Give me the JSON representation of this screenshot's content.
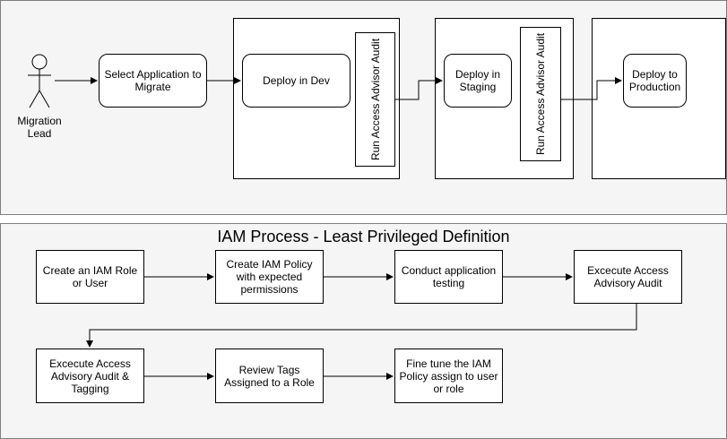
{
  "migration": {
    "actor_label": "Migration\nLead",
    "select_app": "Select Application to\nMigrate",
    "deploy_dev": "Deploy in Dev",
    "audit_dev": "Run Access Advisor Audit",
    "deploy_staging": "Deploy in\nStaging",
    "audit_staging": "Run Access Advisor Audit",
    "deploy_production": "Deploy to\nProduction"
  },
  "iam": {
    "title": "IAM Process - Least Privileged Definition",
    "steps": [
      "Create an IAM Role\nor User",
      "Create IAM Policy\nwith expected\npermissions",
      "Conduct application\ntesting",
      "Excecute Access\nAdvisory Audit",
      "Excecute Access\nAdvisory Audit &\nTagging",
      "Review Tags\nAssigned to a Role",
      "Fine tune the IAM\nPolicy assign to user\nor role"
    ]
  }
}
